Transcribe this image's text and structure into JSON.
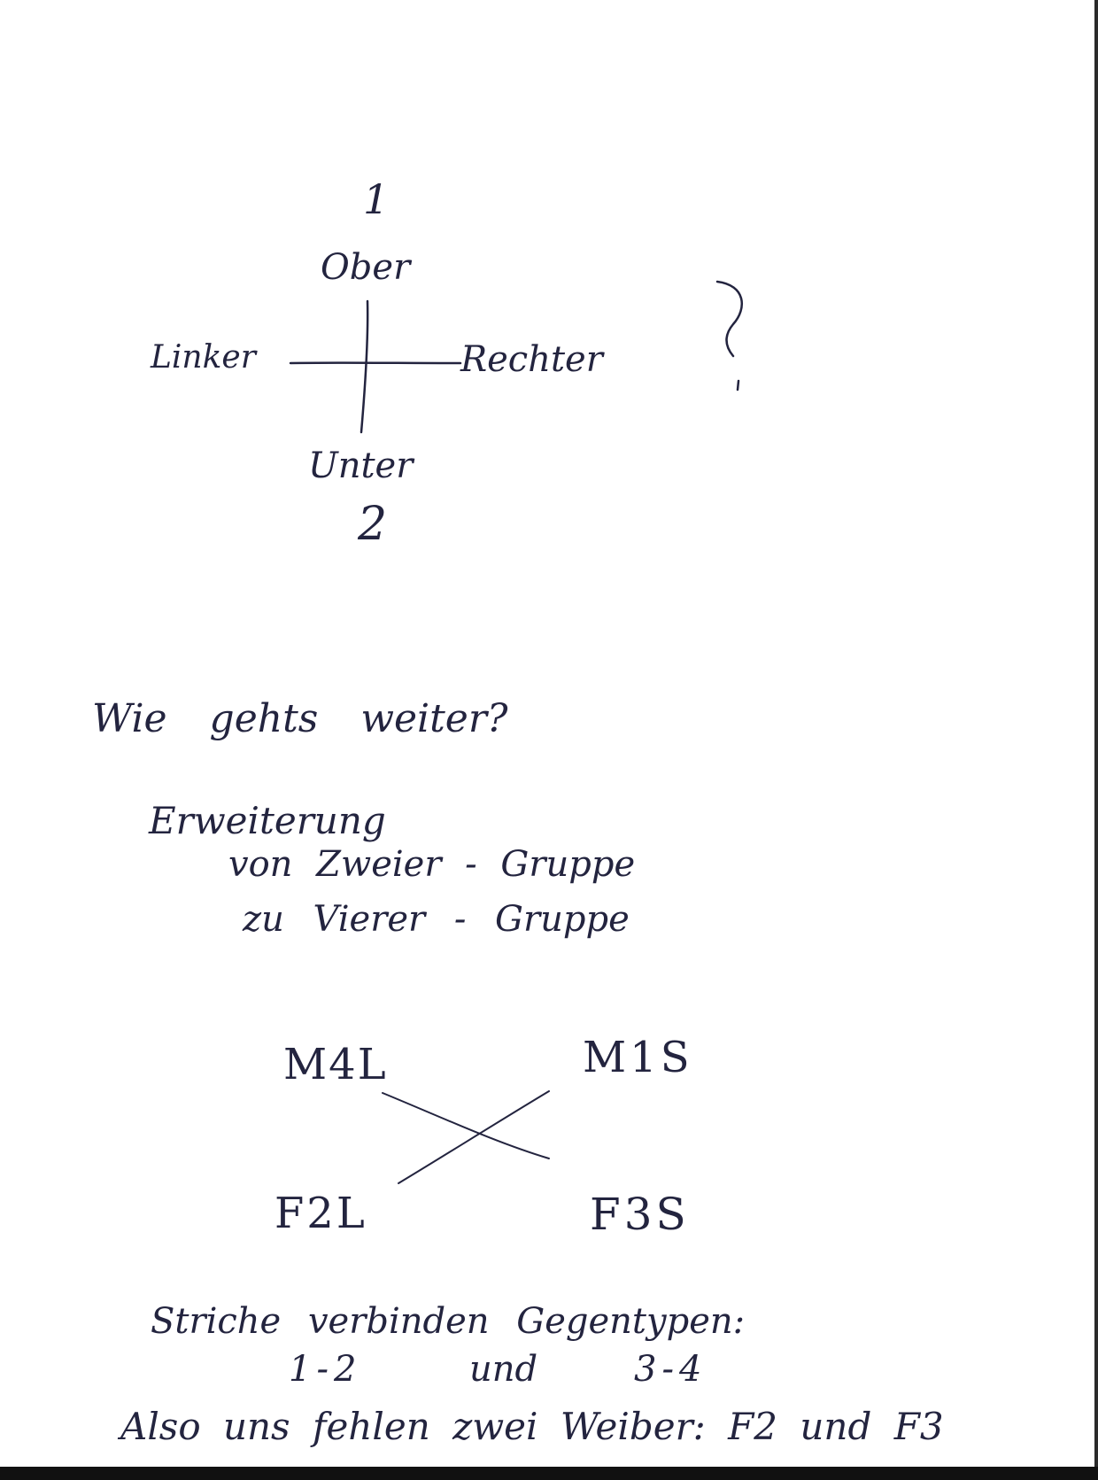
{
  "cross_diagram": {
    "top_number": "1",
    "top_label": "Ober",
    "left_label": "Linker",
    "right_label": "Rechter",
    "bottom_label": "Unter",
    "bottom_number": "2",
    "side_mark": "?"
  },
  "question": "Wie gehts weiter?",
  "expansion": {
    "line1": "Erweiterung",
    "line2": "von Zweier - Gruppe",
    "line3": "zu Vierer - Gruppe"
  },
  "quad": {
    "top_left": "M4L",
    "top_right": "M1S",
    "bottom_left": "F2L",
    "bottom_right": "F3S"
  },
  "notes": {
    "line1": "Striche verbinden Gegentypen:",
    "line2_left": "1-2",
    "line2_mid": "und",
    "line2_right": "3-4",
    "line3": "Also uns fehlen zwei Weiber: F2 und F3"
  },
  "colors": {
    "ink": "#23243f",
    "paper": "#ffffff",
    "scan_border": "#111111"
  }
}
